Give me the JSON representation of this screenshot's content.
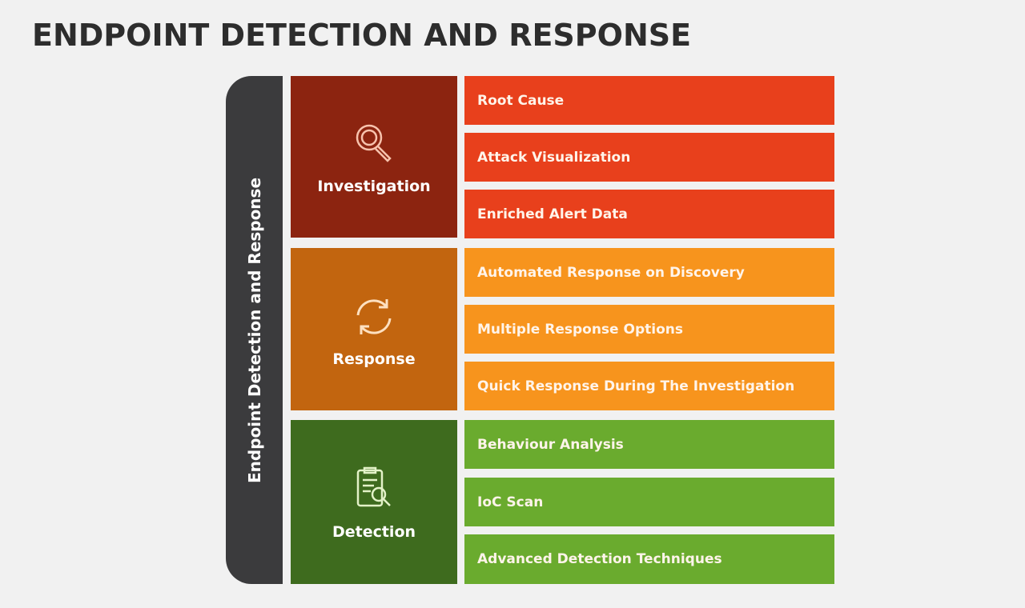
{
  "title": "ENDPOINT DETECTION AND RESPONSE",
  "sidebar_label": "Endpoint Detection and Response",
  "colors": {
    "sidebar": "#3b3b3d",
    "investigation_dark": "#8c2410",
    "investigation_light": "#e8401c",
    "response_dark": "#c2650f",
    "response_light": "#f7941d",
    "detection_dark": "#3e6b1e",
    "detection_light": "#6aab2e"
  },
  "categories": [
    {
      "label": "Investigation",
      "icon": "magnifier-icon",
      "items": [
        "Root Cause",
        "Attack Visualization",
        "Enriched Alert Data"
      ]
    },
    {
      "label": "Response",
      "icon": "refresh-icon",
      "items": [
        "Automated Response on Discovery",
        "Multiple Response Options",
        "Quick Response During The Investigation"
      ]
    },
    {
      "label": "Detection",
      "icon": "clipboard-search-icon",
      "items": [
        "Behaviour Analysis",
        "IoC Scan",
        "Advanced Detection Techniques"
      ]
    }
  ]
}
